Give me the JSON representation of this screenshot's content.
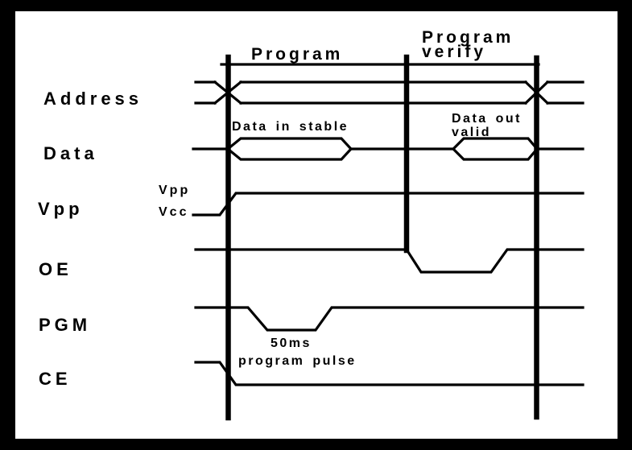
{
  "colors": {
    "frame": "#000000",
    "canvas": "#ffffff",
    "line": "#000000"
  },
  "phases": {
    "program": "Program",
    "verify_line1": "Program",
    "verify_line2": "verify"
  },
  "signals": {
    "address": "Address",
    "data": "Data",
    "vpp": "Vpp",
    "oe": "OE",
    "pgm": "PGM",
    "ce": "CE"
  },
  "annotations": {
    "data_in_stable": "Data in stable",
    "data_out_line1": "Data out",
    "data_out_line2": "valid",
    "vpp_level": "Vpp",
    "vcc_level": "Vcc",
    "pulse_duration": "50ms",
    "pulse_label": "program pulse"
  }
}
